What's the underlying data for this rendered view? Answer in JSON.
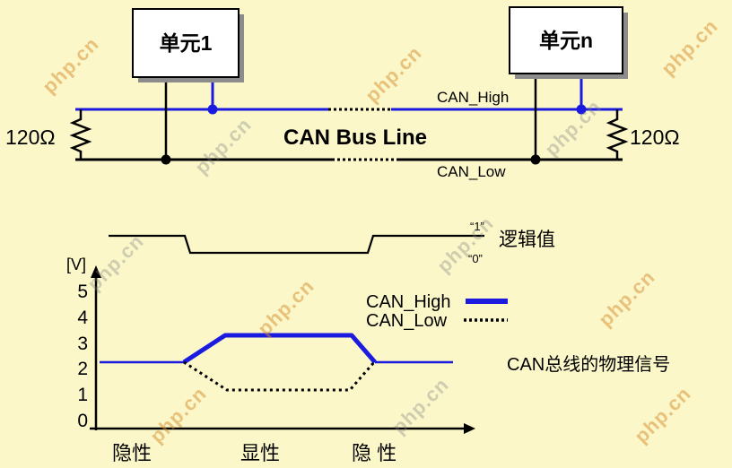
{
  "watermark": {
    "text": "php.cn"
  },
  "colors": {
    "background": "#fbf7c9",
    "blue": "#1b1be0",
    "black": "#000000"
  },
  "bus_diagram": {
    "unit1": "单元1",
    "unit_n": "单元n",
    "terminator_left": "120Ω",
    "terminator_right": "120Ω",
    "bus_line": "CAN Bus Line",
    "can_high": "CAN_High",
    "can_low": "CAN_Low"
  },
  "logic_signal": {
    "label": "逻辑值",
    "level_high": "“1”",
    "level_low": "“0”"
  },
  "physical_signal": {
    "y_unit": "[V]",
    "y_ticks": [
      "5",
      "4",
      "3",
      "2",
      "1",
      "0"
    ],
    "legend_high": "CAN_High",
    "legend_low": "CAN_Low",
    "caption": "CAN总线的物理信号",
    "x_labels": [
      "隐性",
      "显性",
      "隐 性"
    ],
    "voltages": {
      "recessive": 2.5,
      "dominant_high": 3.5,
      "dominant_low": 1.5
    }
  }
}
